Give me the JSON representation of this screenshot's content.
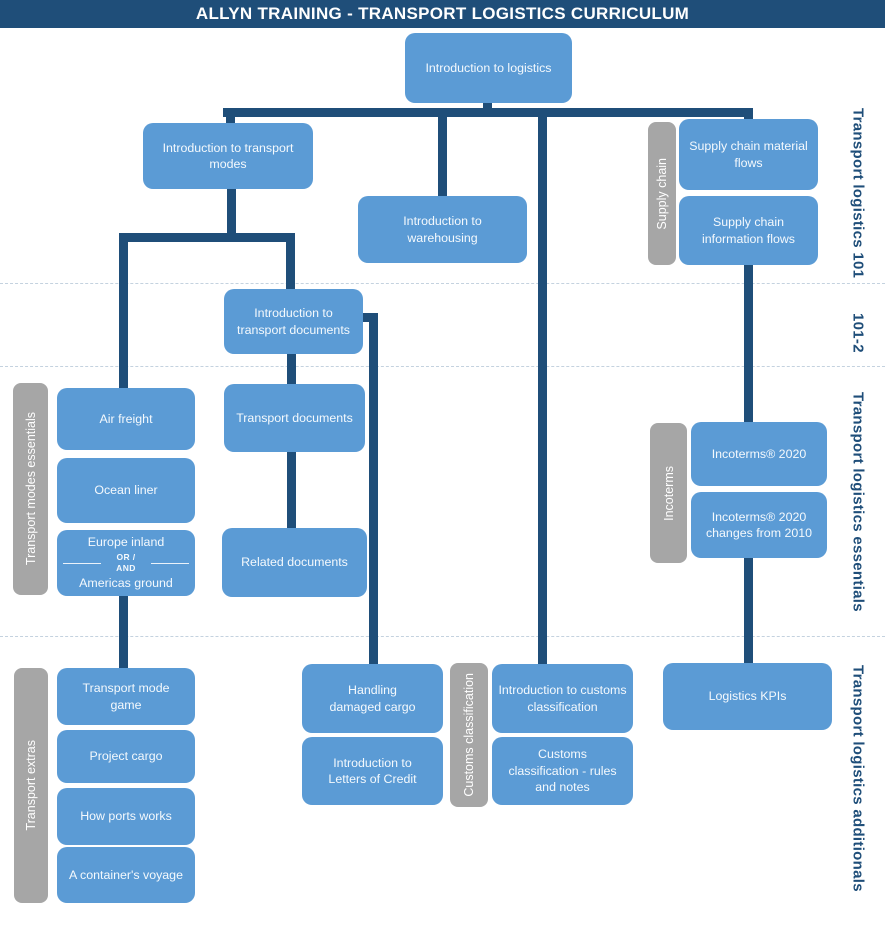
{
  "header": {
    "title": "ALLYN TRAINING - TRANSPORT LOGISTICS CURRICULUM"
  },
  "colors": {
    "header_bg": "#1F4E79",
    "connector": "#1F4E79",
    "node_fill": "#5B9BD5",
    "node_text": "#FFFFFF",
    "group_label_fill": "#A6A6A6",
    "section_label_text": "#1F4E79",
    "divider": "#C4D2DF"
  },
  "sections": {
    "s101": "Transport logistics 101",
    "s101_2": "101-2",
    "essentials": "Transport logistics essentials",
    "additionals": "Transport logistics additionals"
  },
  "groups": {
    "supply_chain": "Supply chain",
    "transport_modes_essentials": "Transport modes essentials",
    "incoterms": "Incoterms",
    "transport_extras": "Transport extras",
    "customs_classification": "Customs classification"
  },
  "nodes": {
    "intro_logistics": "Introduction to logistics",
    "intro_transport_modes": "Introduction to transport modes",
    "intro_warehousing": "Introduction to warehousing",
    "supply_material": "Supply chain material flows",
    "supply_information": "Supply chain information flows",
    "intro_transport_documents": "Introduction to transport documents",
    "transport_documents": "Transport documents",
    "related_documents": "Related documents",
    "air_freight": "Air freight",
    "ocean_liner": "Ocean liner",
    "europe_inland": "Europe inland",
    "or_and": "OR / AND",
    "americas_ground": "Americas ground",
    "incoterms_2020": "Incoterms® 2020",
    "incoterms_changes": "Incoterms® 2020 changes from 2010",
    "transport_mode_game": "Transport mode game",
    "project_cargo": "Project cargo",
    "how_ports_works": "How ports works",
    "containers_voyage": "A container's voyage",
    "handling_damaged_cargo": "Handling damaged cargo",
    "intro_letters_of_credit": "Introduction to Letters of Credit",
    "intro_customs_classification": "Introduction to customs classification",
    "customs_rules_notes": "Customs classification - rules and notes",
    "logistics_kpis": "Logistics KPIs"
  }
}
